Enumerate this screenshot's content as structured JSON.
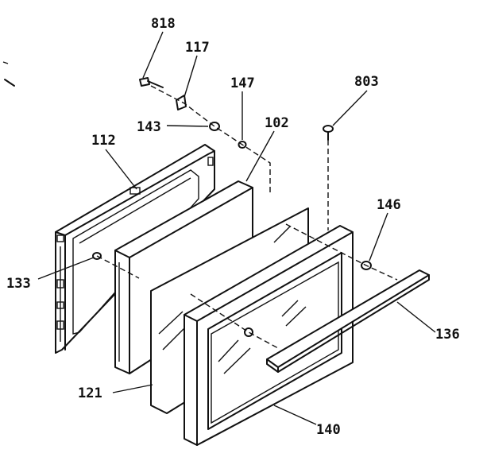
{
  "diagram": {
    "callouts": [
      {
        "id": "p818",
        "label": "818"
      },
      {
        "id": "p117",
        "label": "117"
      },
      {
        "id": "p147",
        "label": "147"
      },
      {
        "id": "p803",
        "label": "803"
      },
      {
        "id": "p143",
        "label": "143"
      },
      {
        "id": "p102",
        "label": "102"
      },
      {
        "id": "p112",
        "label": "112"
      },
      {
        "id": "p146",
        "label": "146"
      },
      {
        "id": "p133",
        "label": "133"
      },
      {
        "id": "p136",
        "label": "136"
      },
      {
        "id": "p121",
        "label": "121"
      },
      {
        "id": "p140",
        "label": "140"
      }
    ]
  }
}
